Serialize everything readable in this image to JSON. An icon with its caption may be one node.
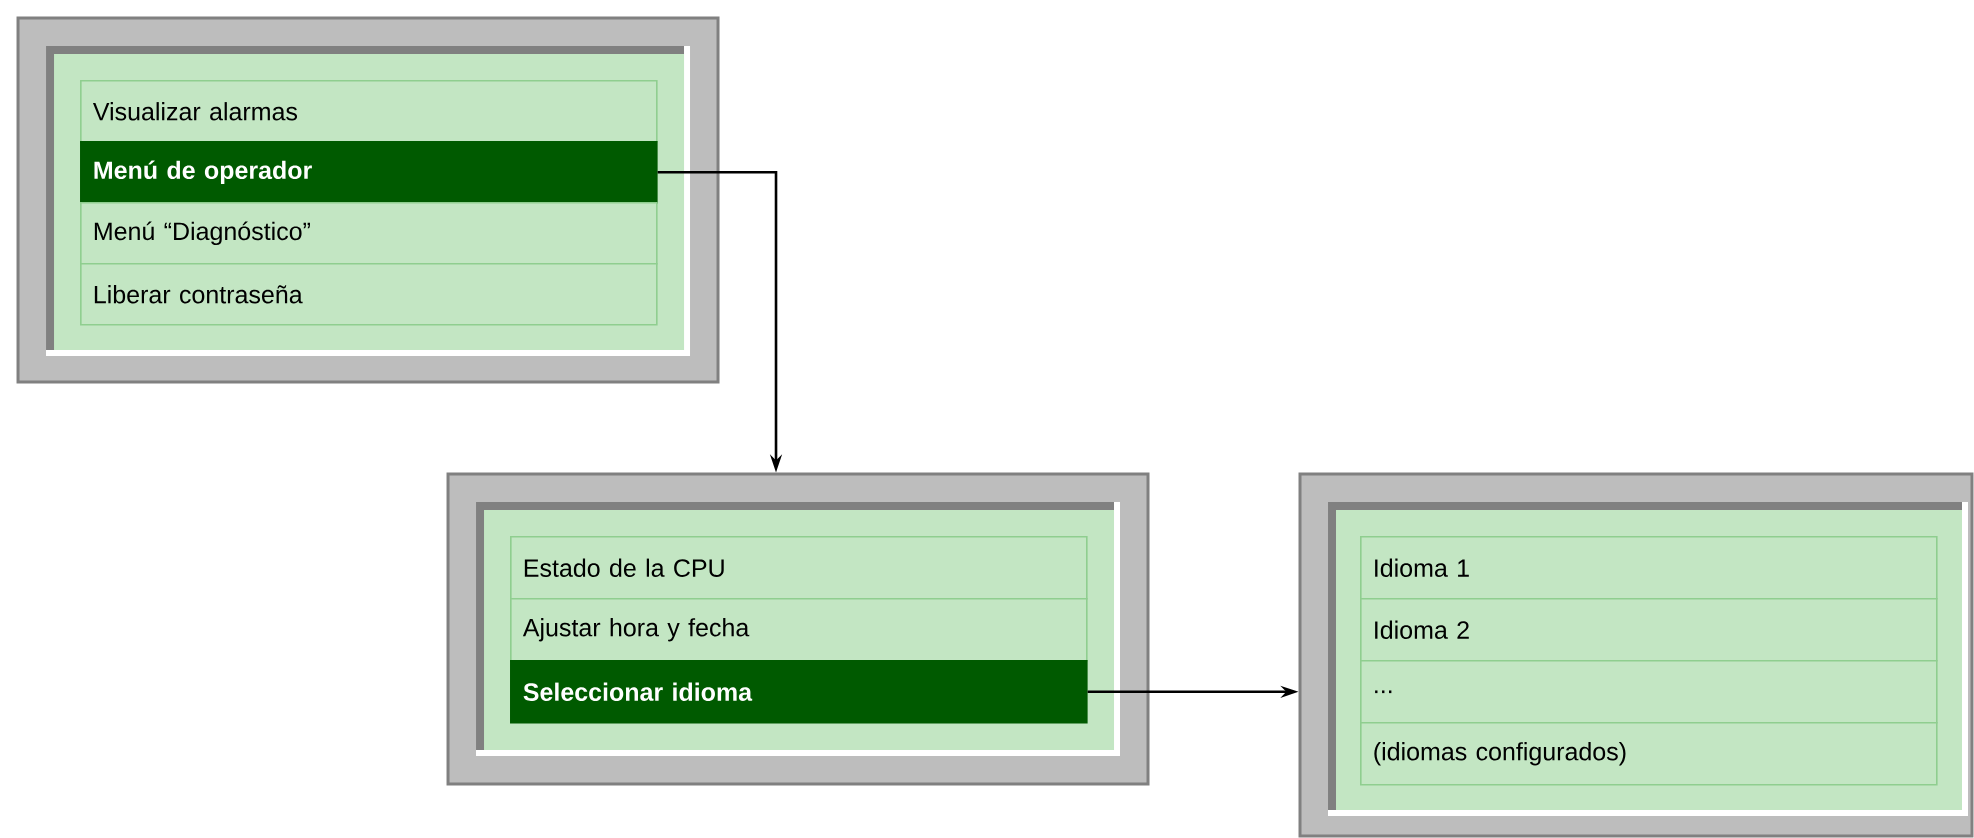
{
  "diagram": {
    "nodes": [
      {
        "text": [],
        "shape": "box"
      },
      {
        "text": [
          "Visualizar alarmas"
        ],
        "in": 0
      },
      {
        "text": [
          "Menú de operador"
        ],
        "in": 0
      },
      {
        "text": [
          "Menú “Diagnóstico”"
        ],
        "in": 0
      },
      {
        "text": [
          "Liberar contraseña"
        ],
        "in": 0
      },
      {
        "text": [],
        "shape": "box"
      },
      {
        "text": [
          "Estado de la CPU"
        ],
        "in": 5
      },
      {
        "text": [
          "Ajustar hora y fecha"
        ],
        "in": 5
      },
      {
        "text": [
          "Seleccionar idioma"
        ],
        "in": 5
      },
      {
        "text": [],
        "shape": "box"
      },
      {
        "text": [
          "Idioma 1"
        ],
        "in": 9
      },
      {
        "text": [
          "Idioma 2"
        ],
        "in": 9
      },
      {
        "text": [
          "..."
        ],
        "in": 9
      },
      {
        "text": [
          "(idiomas configurados)"
        ],
        "in": 9
      }
    ],
    "edges": [
      {
        "from": 2,
        "to": 5,
        "arrow": "to"
      },
      {
        "from": 8,
        "to": 9,
        "arrow": "to"
      }
    ]
  }
}
